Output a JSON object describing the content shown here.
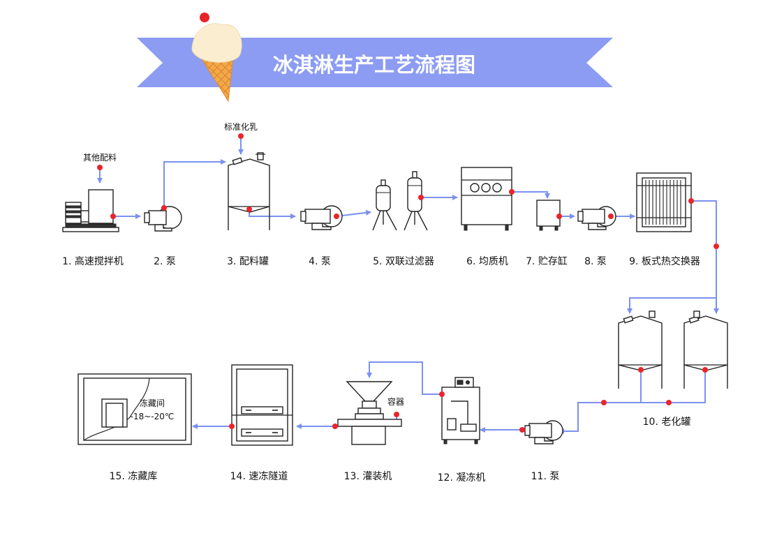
{
  "title": "冰淇淋生产工艺流程图",
  "colors": {
    "banner": "#8c9cf2",
    "flow_line": "#7b90f0",
    "dot": "#e8252b"
  },
  "inputs": {
    "other_ingredients": "其他配料",
    "standard_milk": "标准化乳",
    "container": "容器"
  },
  "cold_room": {
    "name": "冻藏间",
    "temp": "-18~-20℃"
  },
  "steps": [
    "1. 高速搅拌机",
    "2. 泵",
    "3. 配料罐",
    "4. 泵",
    "5. 双联过滤器",
    "6. 均质机",
    "7. 贮存缸",
    "8. 泵",
    "9. 板式热交换器",
    "10. 老化罐",
    "11. 泵",
    "12. 凝冻机",
    "13. 灌装机",
    "14. 速冻隧道",
    "15. 冻藏库"
  ]
}
